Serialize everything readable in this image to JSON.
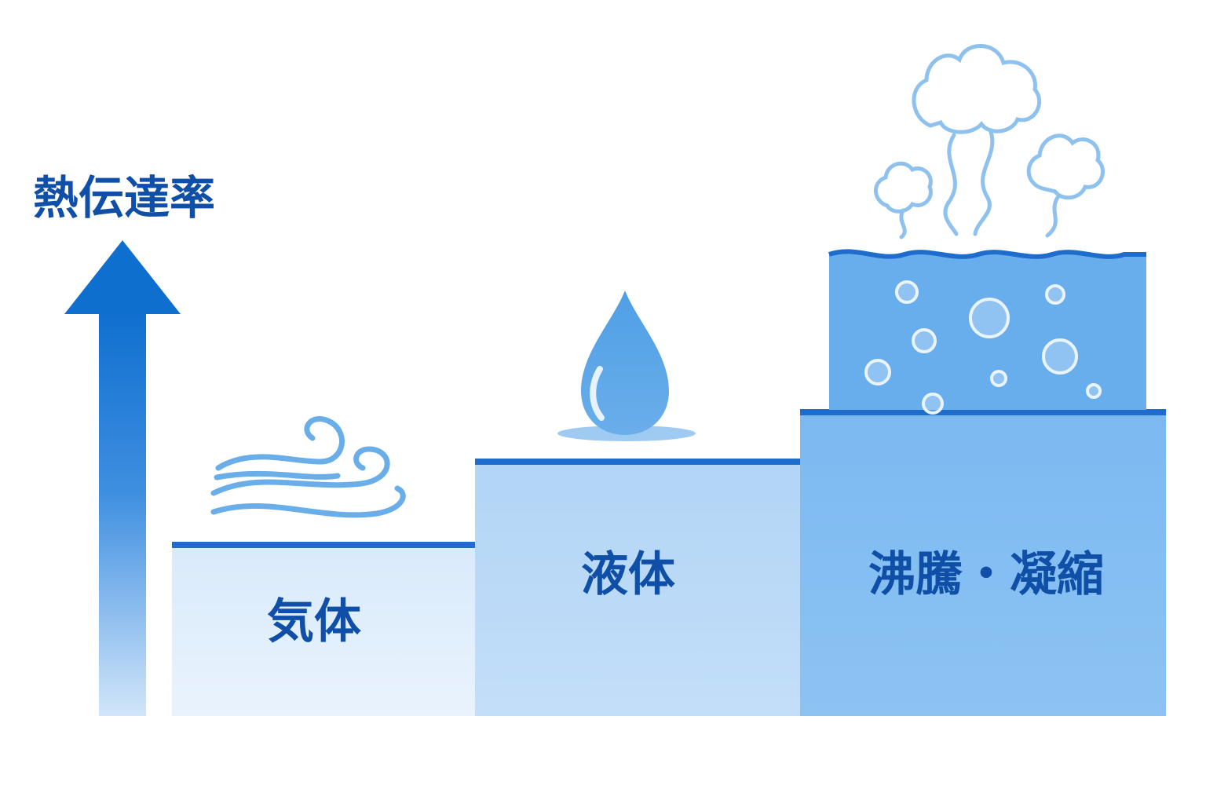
{
  "axis": {
    "label": "熱伝達率"
  },
  "steps": [
    {
      "label": "気体",
      "icon": "wind-icon",
      "color": "#e3f0fc"
    },
    {
      "label": "液体",
      "icon": "water-drop-icon",
      "color": "#b9d9f7"
    },
    {
      "label": "沸騰・凝縮",
      "icon": "boiling-water-icon",
      "color": "#84bdf2"
    }
  ],
  "colors": {
    "accent": "#1166c4",
    "text": "#0f4fa8",
    "arrow_top": "#0f6fcf",
    "arrow_bottom": "#d2e6fa",
    "steam": "#8ec1ee",
    "boiling_water": "#68aeed"
  }
}
